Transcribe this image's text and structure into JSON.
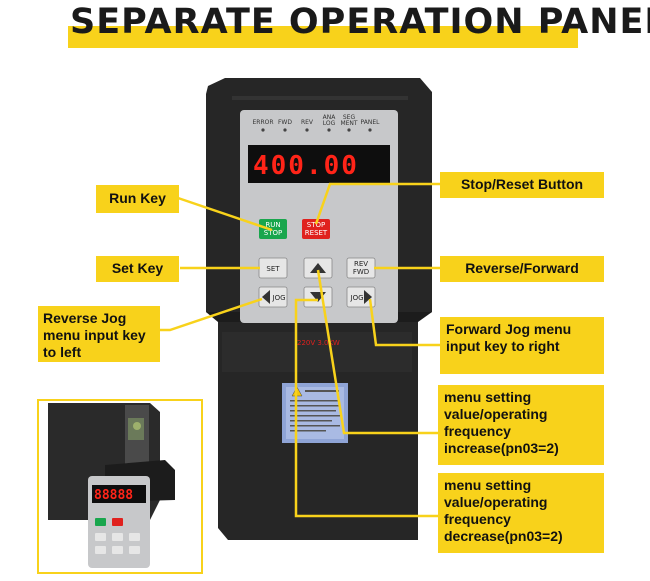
{
  "header": {
    "title": "SEPARATE OPERATION PANEL"
  },
  "panel": {
    "indicators": [
      "ERROR",
      "FWD",
      "REV",
      "ANA\nLOG",
      "SEG\nMENT",
      "PANEL"
    ],
    "display": "400.00",
    "voltage_rating": "220V 3.0KW",
    "buttons": {
      "run": [
        "RUN",
        "STOP"
      ],
      "stop": [
        "STOP",
        "RESET"
      ],
      "set": "SET",
      "rev": [
        "REV",
        "FWD"
      ],
      "jog_left": "JOG",
      "jog_right": "JOG"
    },
    "inset_display": "88888"
  },
  "callouts": {
    "run_key": "Run Key",
    "set_key": "Set Key",
    "reverse_jog": "Reverse Jog menu input key to left",
    "stop_reset": "Stop/Reset Button",
    "reverse_forward": "Reverse/Forward",
    "forward_jog": "Forward Jog menu input key to right",
    "increase": "menu setting value/operating frequency increase(pn03=2)",
    "decrease": "menu setting value/operating frequency decrease(pn03=2)"
  },
  "colors": {
    "highlight": "#f8d21b",
    "display_red": "#ff2418",
    "body": "#262626",
    "panel_face": "#c7c8ca"
  }
}
